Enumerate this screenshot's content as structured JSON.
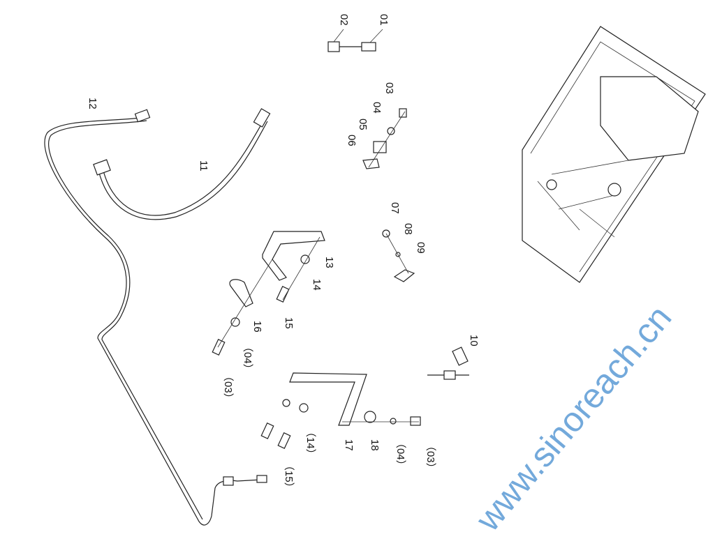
{
  "labels": {
    "p01": "01",
    "p02": "02",
    "p03": "03",
    "p04": "04",
    "p05": "05",
    "p06": "06",
    "p07": "07",
    "p08": "08",
    "p09": "09",
    "p10": "10",
    "p11": "11",
    "p12": "12",
    "p13": "13",
    "p14": "14",
    "p15": "15",
    "p16": "16",
    "p17": "17",
    "p18": "18",
    "ref04a": "（04）",
    "ref03a": "（03）",
    "ref14": "（14）",
    "ref15": "（15）",
    "ref04b": "（04）",
    "ref03b": "（03）"
  },
  "watermark": "www.sinoreach.cn"
}
